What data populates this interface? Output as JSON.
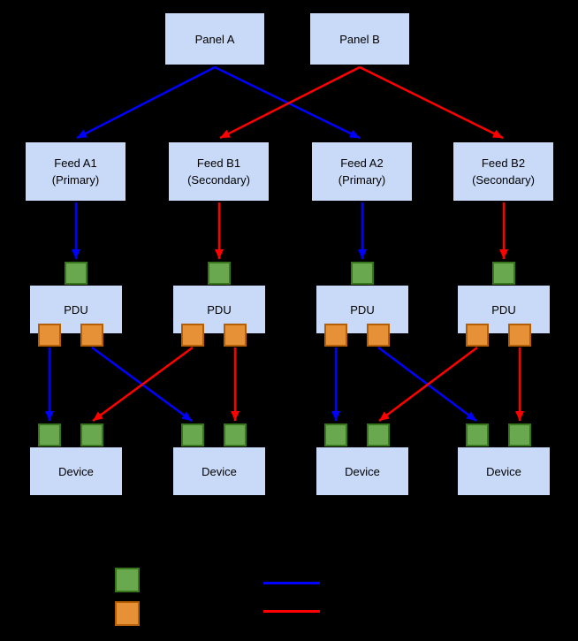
{
  "diagram": {
    "panels": [
      {
        "label": "Panel A"
      },
      {
        "label": "Panel B"
      }
    ],
    "feeds": [
      {
        "name": "Feed A1",
        "role": "(Primary)"
      },
      {
        "name": "Feed B1",
        "role": "(Secondary)"
      },
      {
        "name": "Feed A2",
        "role": "(Primary)"
      },
      {
        "name": "Feed B2",
        "role": "(Secondary)"
      }
    ],
    "pdus": [
      {
        "label": "PDU"
      },
      {
        "label": "PDU"
      },
      {
        "label": "PDU"
      },
      {
        "label": "PDU"
      }
    ],
    "devices": [
      {
        "label": "Device"
      },
      {
        "label": "Device"
      },
      {
        "label": "Device"
      },
      {
        "label": "Device"
      }
    ],
    "colors": {
      "background": "#000000",
      "box_fill": "#c9daf8",
      "box_border": "#000000",
      "box_text": "#000000",
      "input_port_fill": "#6aa84f",
      "input_port_border": "#38761d",
      "output_port_fill": "#e69138",
      "output_port_border": "#b45f06",
      "primary_path": "#0000ff",
      "secondary_path": "#ff0000"
    },
    "legend": {
      "swatches": [
        {
          "name": "input-port",
          "color": "#6aa84f"
        },
        {
          "name": "output-port",
          "color": "#e69138"
        }
      ],
      "lines": [
        {
          "name": "primary-feed-path",
          "color": "#0000ff"
        },
        {
          "name": "secondary-feed-path",
          "color": "#ff0000"
        }
      ]
    }
  }
}
